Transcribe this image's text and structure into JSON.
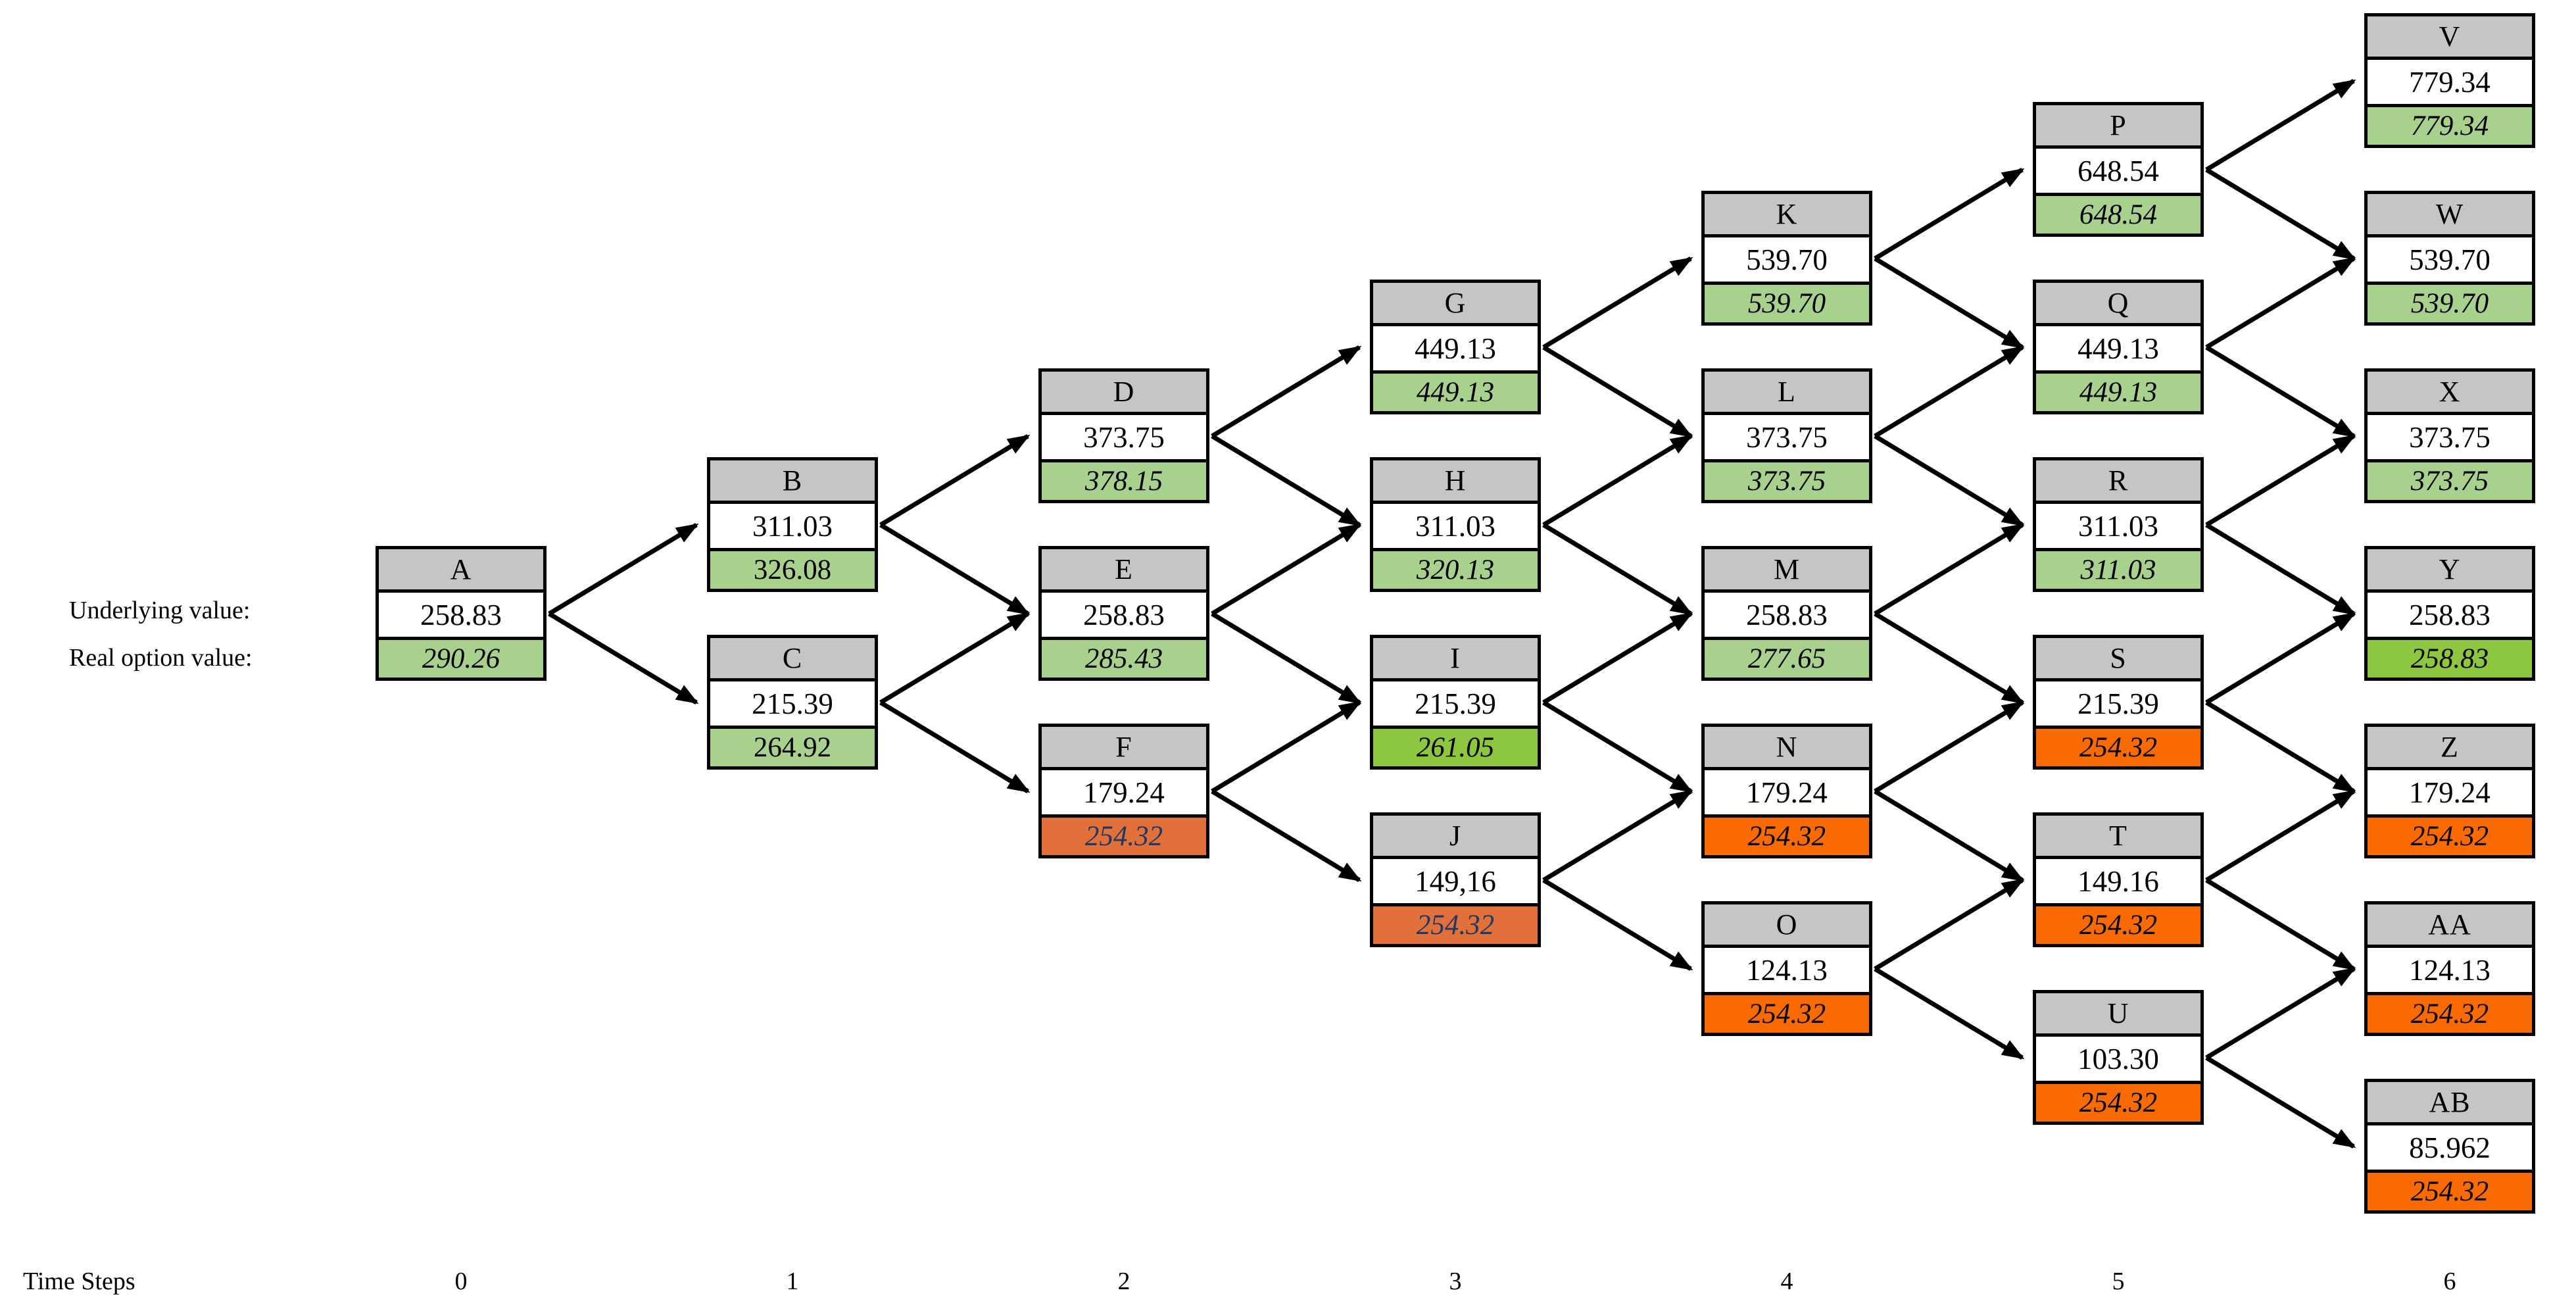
{
  "diagram": {
    "left_labels": {
      "underlying": "Underlying value:",
      "real_option": "Real option value:"
    },
    "timeline": {
      "title": "Time Steps",
      "steps": [
        "0",
        "1",
        "2",
        "3",
        "4",
        "5",
        "6"
      ]
    },
    "colors": {
      "header_gray": "#C5C5C5",
      "value_white": "#FFFFFF",
      "option_green": "#A9D18E",
      "option_dark_green": "#8DC63F",
      "option_orange": "#F96A00",
      "option_red_orange": "#E2703A",
      "orange_text_navy": "#1F3864",
      "line_black": "#000000"
    },
    "nodes": [
      {
        "id": "A",
        "col": 0,
        "row": 0,
        "underlying": "258.83",
        "option": "290.26",
        "option_fill": "green",
        "option_italic": true
      },
      {
        "id": "B",
        "col": 1,
        "row": 0,
        "underlying": "311.03",
        "option": "326.08",
        "option_fill": "green",
        "option_italic": false
      },
      {
        "id": "C",
        "col": 1,
        "row": 1,
        "underlying": "215.39",
        "option": "264.92",
        "option_fill": "green",
        "option_italic": false
      },
      {
        "id": "D",
        "col": 2,
        "row": 0,
        "underlying": "373.75",
        "option": "378.15",
        "option_fill": "green",
        "option_italic": true
      },
      {
        "id": "E",
        "col": 2,
        "row": 1,
        "underlying": "258.83",
        "option": "285.43",
        "option_fill": "green",
        "option_italic": true
      },
      {
        "id": "F",
        "col": 2,
        "row": 2,
        "underlying": "179.24",
        "option": "254.32",
        "option_fill": "red_orange",
        "option_italic": true
      },
      {
        "id": "G",
        "col": 3,
        "row": 0,
        "underlying": "449.13",
        "option": "449.13",
        "option_fill": "green",
        "option_italic": true
      },
      {
        "id": "H",
        "col": 3,
        "row": 1,
        "underlying": "311.03",
        "option": "320.13",
        "option_fill": "green",
        "option_italic": true
      },
      {
        "id": "I",
        "col": 3,
        "row": 2,
        "underlying": "215.39",
        "option": "261.05",
        "option_fill": "dark_green",
        "option_italic": true
      },
      {
        "id": "J",
        "col": 3,
        "row": 3,
        "underlying": "149,16",
        "option": "254.32",
        "option_fill": "red_orange",
        "option_italic": true
      },
      {
        "id": "K",
        "col": 4,
        "row": 0,
        "underlying": "539.70",
        "option": "539.70",
        "option_fill": "green",
        "option_italic": true
      },
      {
        "id": "L",
        "col": 4,
        "row": 1,
        "underlying": "373.75",
        "option": "373.75",
        "option_fill": "green",
        "option_italic": true
      },
      {
        "id": "M",
        "col": 4,
        "row": 2,
        "underlying": "258.83",
        "option": "277.65",
        "option_fill": "green",
        "option_italic": true
      },
      {
        "id": "N",
        "col": 4,
        "row": 3,
        "underlying": "179.24",
        "option": "254.32",
        "option_fill": "orange",
        "option_italic": true
      },
      {
        "id": "O",
        "col": 4,
        "row": 4,
        "underlying": "124.13",
        "option": "254.32",
        "option_fill": "orange",
        "option_italic": true
      },
      {
        "id": "P",
        "col": 5,
        "row": 0,
        "underlying": "648.54",
        "option": "648.54",
        "option_fill": "green",
        "option_italic": true
      },
      {
        "id": "Q",
        "col": 5,
        "row": 1,
        "underlying": "449.13",
        "option": "449.13",
        "option_fill": "green",
        "option_italic": true
      },
      {
        "id": "R",
        "col": 5,
        "row": 2,
        "underlying": "311.03",
        "option": "311.03",
        "option_fill": "green",
        "option_italic": true
      },
      {
        "id": "S",
        "col": 5,
        "row": 3,
        "underlying": "215.39",
        "option": "254.32",
        "option_fill": "orange",
        "option_italic": true
      },
      {
        "id": "T",
        "col": 5,
        "row": 4,
        "underlying": "149.16",
        "option": "254.32",
        "option_fill": "orange",
        "option_italic": true
      },
      {
        "id": "U",
        "col": 5,
        "row": 5,
        "underlying": "103.30",
        "option": "254.32",
        "option_fill": "orange",
        "option_italic": true
      },
      {
        "id": "V",
        "col": 6,
        "row": 0,
        "underlying": "779.34",
        "option": "779.34",
        "option_fill": "green",
        "option_italic": true
      },
      {
        "id": "W",
        "col": 6,
        "row": 1,
        "underlying": "539.70",
        "option": "539.70",
        "option_fill": "green",
        "option_italic": true
      },
      {
        "id": "X",
        "col": 6,
        "row": 2,
        "underlying": "373.75",
        "option": "373.75",
        "option_fill": "green",
        "option_italic": true
      },
      {
        "id": "Y",
        "col": 6,
        "row": 3,
        "underlying": "258.83",
        "option": "258.83",
        "option_fill": "dark_green",
        "option_italic": true
      },
      {
        "id": "Z",
        "col": 6,
        "row": 4,
        "underlying": "179.24",
        "option": "254.32",
        "option_fill": "orange",
        "option_italic": true
      },
      {
        "id": "AA",
        "col": 6,
        "row": 5,
        "underlying": "124.13",
        "option": "254.32",
        "option_fill": "orange",
        "option_italic": true
      },
      {
        "id": "AB",
        "col": 6,
        "row": 6,
        "underlying": "85.962",
        "option": "254.32",
        "option_fill": "orange",
        "option_italic": true
      }
    ],
    "edges": [
      [
        "A",
        "B"
      ],
      [
        "A",
        "C"
      ],
      [
        "B",
        "D"
      ],
      [
        "B",
        "E"
      ],
      [
        "C",
        "E"
      ],
      [
        "C",
        "F"
      ],
      [
        "D",
        "G"
      ],
      [
        "D",
        "H"
      ],
      [
        "E",
        "H"
      ],
      [
        "E",
        "I"
      ],
      [
        "F",
        "I"
      ],
      [
        "F",
        "J"
      ],
      [
        "G",
        "K"
      ],
      [
        "G",
        "L"
      ],
      [
        "H",
        "L"
      ],
      [
        "H",
        "M"
      ],
      [
        "I",
        "M"
      ],
      [
        "I",
        "N"
      ],
      [
        "J",
        "N"
      ],
      [
        "J",
        "O"
      ],
      [
        "K",
        "P"
      ],
      [
        "K",
        "Q"
      ],
      [
        "L",
        "Q"
      ],
      [
        "L",
        "R"
      ],
      [
        "M",
        "R"
      ],
      [
        "M",
        "S"
      ],
      [
        "N",
        "S"
      ],
      [
        "N",
        "T"
      ],
      [
        "O",
        "T"
      ],
      [
        "O",
        "U"
      ],
      [
        "P",
        "V"
      ],
      [
        "P",
        "W"
      ],
      [
        "Q",
        "W"
      ],
      [
        "Q",
        "X"
      ],
      [
        "R",
        "X"
      ],
      [
        "R",
        "Y"
      ],
      [
        "S",
        "Y"
      ],
      [
        "S",
        "Z"
      ],
      [
        "T",
        "Z"
      ],
      [
        "T",
        "AA"
      ],
      [
        "U",
        "AA"
      ],
      [
        "U",
        "AB"
      ]
    ]
  }
}
